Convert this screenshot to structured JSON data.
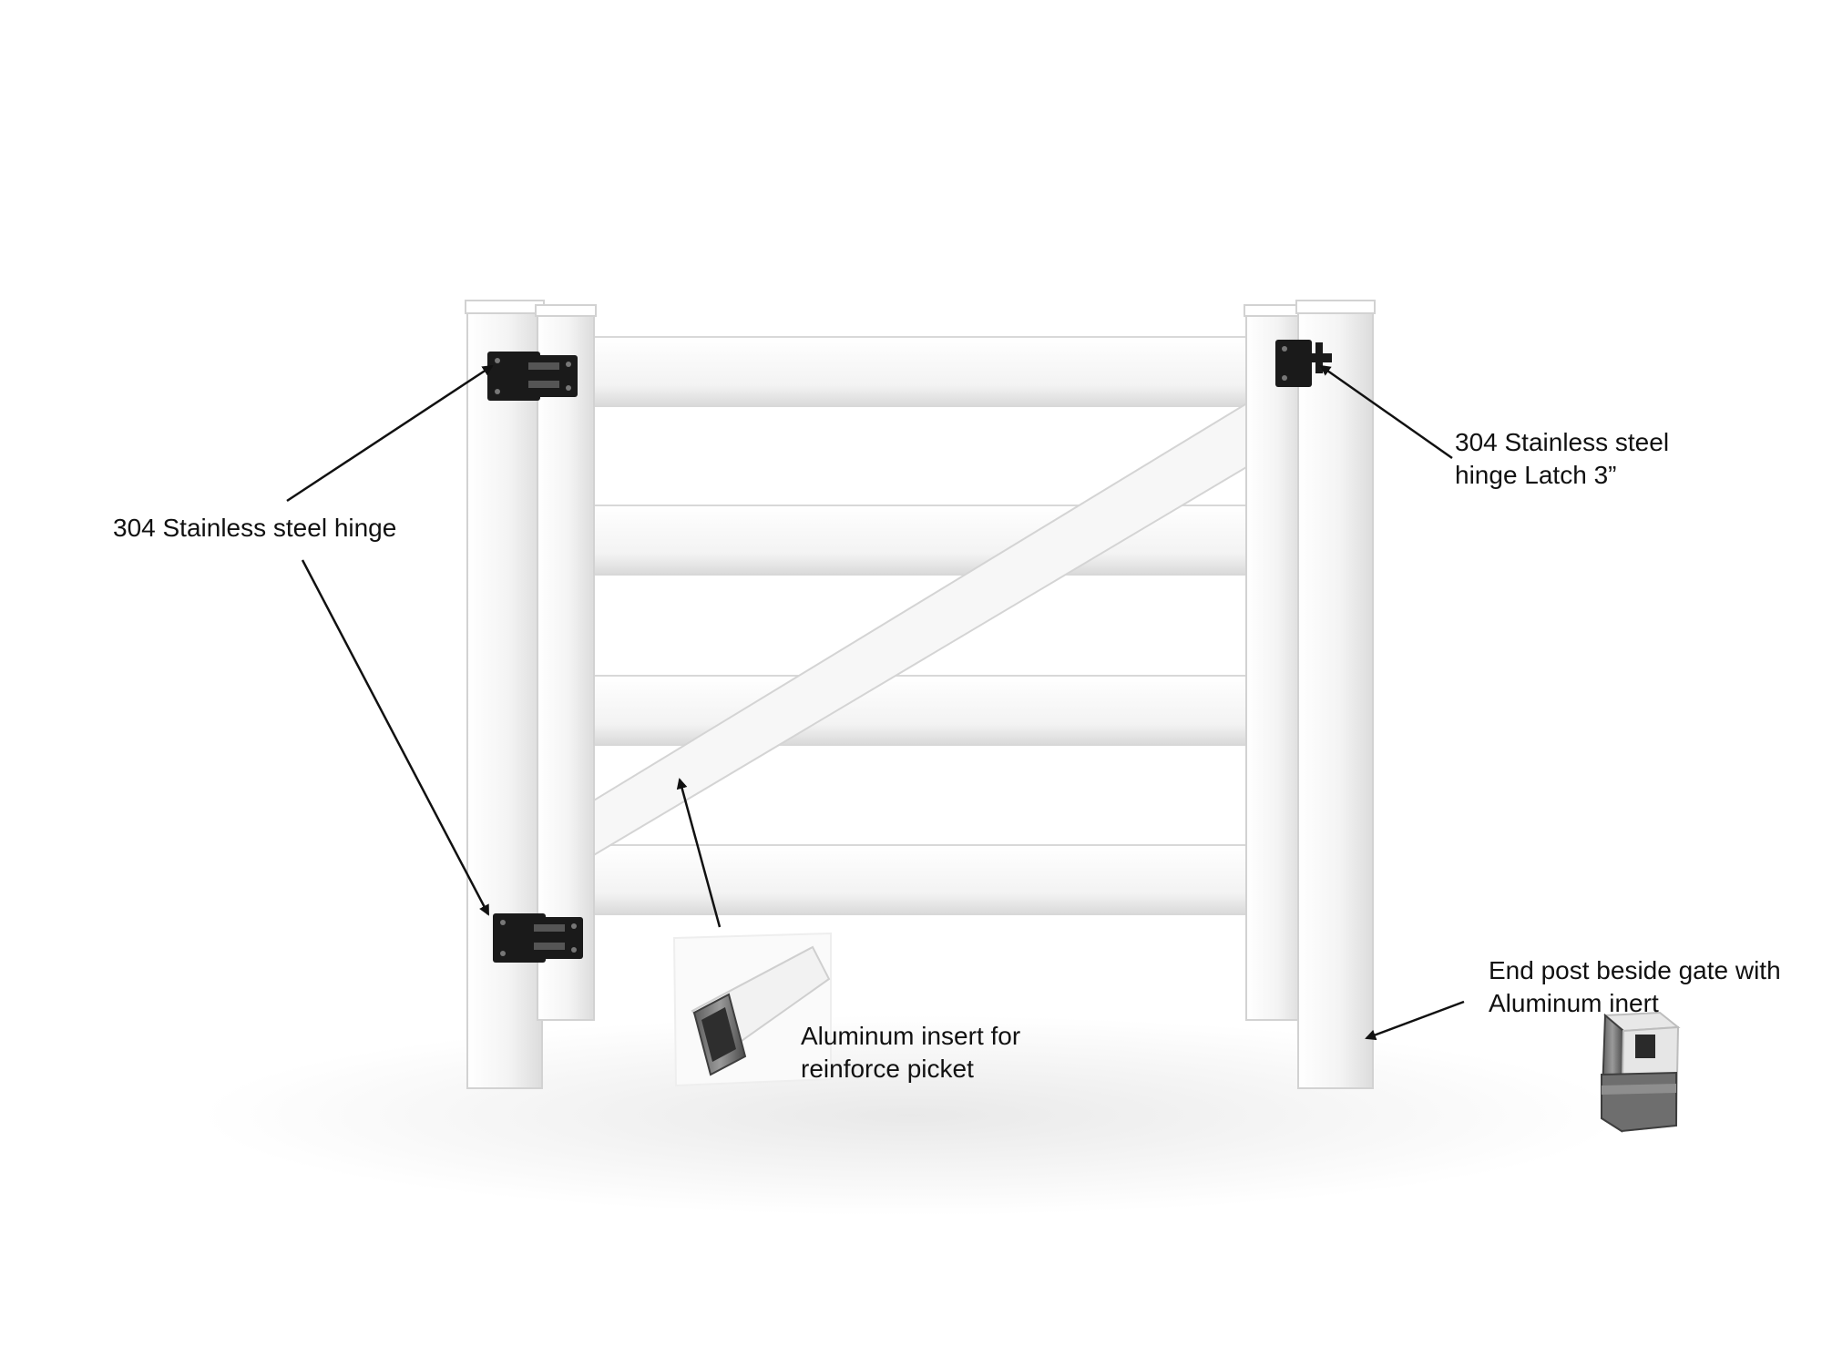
{
  "callouts": {
    "hinge": {
      "line1": "304 Stainless steel hinge"
    },
    "latch": {
      "line1": "304 Stainless steel",
      "line2": "hinge Latch 3”"
    },
    "insert": {
      "line1": "Aluminum insert for",
      "line2": "reinforce picket"
    },
    "end_post": {
      "line1": "End post beside gate with",
      "line2": "Aluminum inert"
    }
  },
  "colors": {
    "background": "#ffffff",
    "vinyl": "#f6f6f6",
    "hardware": "#1a1a1a",
    "aluminum": "#8c8c8c",
    "text": "#111111"
  }
}
